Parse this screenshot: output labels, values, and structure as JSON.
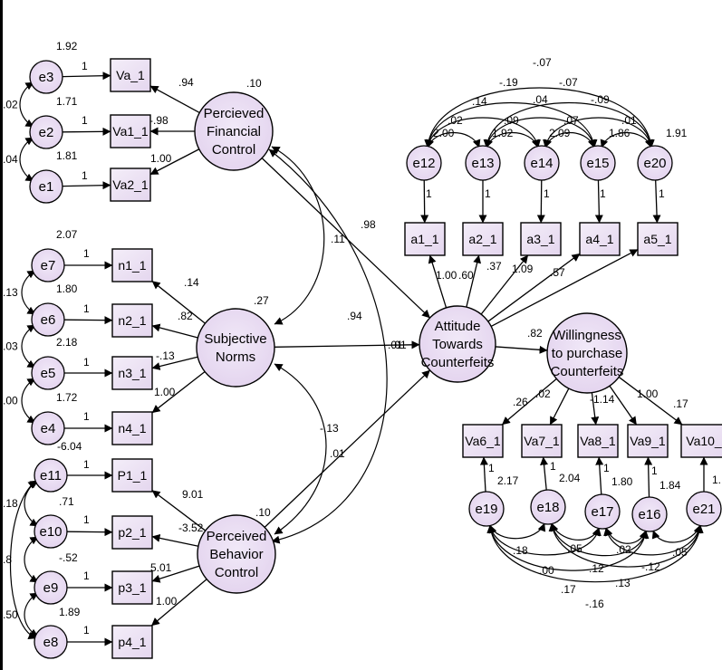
{
  "diagram": {
    "latent_nodes": [
      {
        "id": "pfc",
        "lines": [
          "Percieved",
          "Financial",
          "Control"
        ],
        "variance": ".10"
      },
      {
        "id": "sn",
        "lines": [
          "Subjective",
          "Norms"
        ],
        "variance": ".27"
      },
      {
        "id": "pbc",
        "lines": [
          "Perceived",
          "Behavior",
          "Control"
        ],
        "variance": ".10"
      },
      {
        "id": "att",
        "lines": [
          "Attitude",
          "Towards",
          "Counterfeits"
        ],
        "variance": ""
      },
      {
        "id": "wil",
        "lines": [
          "Willingness",
          "to purchase",
          "Counterfeits"
        ],
        "variance": ".82"
      }
    ],
    "observed_nodes": [
      {
        "id": "Va_1",
        "label": "Va_1"
      },
      {
        "id": "Va1_1",
        "label": "Va1_1"
      },
      {
        "id": "Va2_1",
        "label": "Va2_1"
      },
      {
        "id": "n1_1",
        "label": "n1_1"
      },
      {
        "id": "n2_1",
        "label": "n2_1"
      },
      {
        "id": "n3_1",
        "label": "n3_1"
      },
      {
        "id": "n4_1",
        "label": "n4_1"
      },
      {
        "id": "P1_1",
        "label": "P1_1"
      },
      {
        "id": "p2_1",
        "label": "p2_1"
      },
      {
        "id": "p3_1",
        "label": "p3_1"
      },
      {
        "id": "p4_1",
        "label": "p4_1"
      },
      {
        "id": "a1_1",
        "label": "a1_1"
      },
      {
        "id": "a2_1",
        "label": "a2_1"
      },
      {
        "id": "a3_1",
        "label": "a3_1"
      },
      {
        "id": "a4_1",
        "label": "a4_1"
      },
      {
        "id": "a5_1",
        "label": "a5_1"
      },
      {
        "id": "Va6_1",
        "label": "Va6_1"
      },
      {
        "id": "Va7_1",
        "label": "Va7_1"
      },
      {
        "id": "Va8_1",
        "label": "Va8_1"
      },
      {
        "id": "Va9_1",
        "label": "Va9_1"
      },
      {
        "id": "Va10_1",
        "label": "Va10_"
      }
    ],
    "error_nodes": [
      {
        "id": "e3",
        "label": "e3",
        "variance": "1.92",
        "path": "1"
      },
      {
        "id": "e2",
        "label": "e2",
        "variance": "1.71",
        "path": "1"
      },
      {
        "id": "e1",
        "label": "e1",
        "variance": "1.81",
        "path": "1"
      },
      {
        "id": "e7",
        "label": "e7",
        "variance": "2.07",
        "path": "1"
      },
      {
        "id": "e6",
        "label": "e6",
        "variance": "1.80",
        "path": "1"
      },
      {
        "id": "e5",
        "label": "e5",
        "variance": "2.18",
        "path": "1"
      },
      {
        "id": "e4",
        "label": "e4",
        "variance": "1.72",
        "path": "1"
      },
      {
        "id": "e11",
        "label": "e11",
        "variance": "-6.04",
        "path": "1"
      },
      {
        "id": "e10",
        "label": "e10",
        "variance": ".71",
        "path": "1"
      },
      {
        "id": "e9",
        "label": "e9",
        "variance": "-.52",
        "path": "1"
      },
      {
        "id": "e8",
        "label": "e8",
        "variance": "1.89",
        "path": "1"
      },
      {
        "id": "e12",
        "label": "e12",
        "variance": "2.00",
        "path": "1"
      },
      {
        "id": "e13",
        "label": "e13",
        "variance": "1.92",
        "path": "1"
      },
      {
        "id": "e14",
        "label": "e14",
        "variance": "2.09",
        "path": "1"
      },
      {
        "id": "e15",
        "label": "e15",
        "variance": "1.86",
        "path": "1"
      },
      {
        "id": "e20",
        "label": "e20",
        "variance": "1.91",
        "path": "1"
      },
      {
        "id": "e19",
        "label": "e19",
        "variance": "2.17",
        "path": "1"
      },
      {
        "id": "e18",
        "label": "e18",
        "variance": "2.04",
        "path": "1"
      },
      {
        "id": "e17",
        "label": "e17",
        "variance": "1.80",
        "path": "1"
      },
      {
        "id": "e16",
        "label": "e16",
        "variance": "1.84",
        "path": "1"
      },
      {
        "id": "e21",
        "label": "e21",
        "variance": "",
        "path": "1."
      }
    ],
    "loadings": {
      "pfc": [
        ".94",
        "-.98",
        "1.00"
      ],
      "sn": [
        ".14",
        ".82",
        "-.13",
        "1.00"
      ],
      "pbc": [
        "9.01",
        "-3.52",
        "5.01",
        "1.00"
      ],
      "att": [
        "1.00",
        ".60",
        ".37",
        "1.09",
        ".57"
      ],
      "wil": [
        ".26",
        ".02",
        "-1.14",
        "1.00",
        ".17"
      ]
    },
    "structural": {
      "pfc_att": ".98",
      "sn_att": ".94",
      "pbc_att": ".01",
      "att_wil": ".82"
    },
    "latent_covariances": {
      "pfc_sn": ".11",
      "pfc_pbc": ".01",
      "sn_pbc_a": "-.13",
      "sn_pbc_b": ".01"
    },
    "error_covariances_left": [
      ".02",
      ".04",
      ".13",
      ".03",
      ".00",
      ".18",
      ".8",
      ".50"
    ],
    "error_covariances_top": [
      "-.07",
      "-.19",
      "-.07",
      ".14",
      ".04",
      "-.09",
      ".02",
      ".09",
      ".07",
      ".01"
    ],
    "error_covariances_bottom": [
      ".18",
      ".05",
      ".02",
      ".05",
      ".00",
      ".12",
      "-.12",
      ".17",
      ".13",
      "-.16"
    ]
  }
}
